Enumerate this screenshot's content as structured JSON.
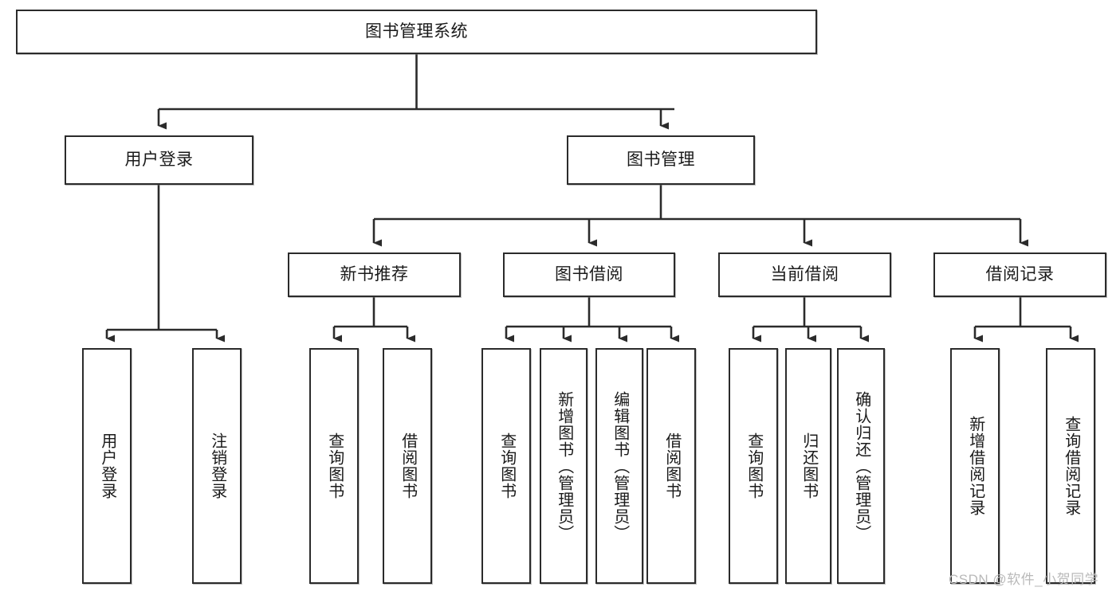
{
  "diagram": {
    "title": "图书管理系统",
    "type": "tree-hierarchy",
    "watermark": "CSDN @软件_小贺同学",
    "colors": {
      "box_border": "#2b2b2b",
      "box_fill": "#ffffff",
      "edge": "#2b2b2b",
      "text": "#1a1a1a",
      "watermark": "#b9b9b9",
      "background": "#ffffff"
    },
    "levels": {
      "root": {
        "label": "图书管理系统"
      },
      "level1": [
        {
          "id": "user-login",
          "label": "用户登录"
        },
        {
          "id": "book-management",
          "label": "图书管理"
        }
      ],
      "level2": [
        {
          "id": "new-book-recommend",
          "label": "新书推荐",
          "parent": "book-management"
        },
        {
          "id": "book-borrow",
          "label": "图书借阅",
          "parent": "book-management"
        },
        {
          "id": "current-borrow",
          "label": "当前借阅",
          "parent": "book-management"
        },
        {
          "id": "borrow-record",
          "label": "借阅记录",
          "parent": "book-management"
        }
      ],
      "leaves": {
        "user-login": [
          {
            "id": "leaf-user-login",
            "label": "用户登录"
          },
          {
            "id": "leaf-logout-login",
            "label": "注销登录"
          }
        ],
        "new-book-recommend": [
          {
            "id": "leaf-query-book-1",
            "label": "查询图书"
          },
          {
            "id": "leaf-borrow-book-1",
            "label": "借阅图书"
          }
        ],
        "book-borrow": [
          {
            "id": "leaf-query-book-2",
            "label": "查询图书"
          },
          {
            "id": "leaf-add-book",
            "label": "新增图书（管理员）"
          },
          {
            "id": "leaf-edit-book",
            "label": "编辑图书（管理员）"
          },
          {
            "id": "leaf-borrow-book-2",
            "label": "借阅图书"
          }
        ],
        "current-borrow": [
          {
            "id": "leaf-query-book-3",
            "label": "查询图书"
          },
          {
            "id": "leaf-return-book",
            "label": "归还图书"
          },
          {
            "id": "leaf-confirm-return",
            "label": "确认归还（管理员）"
          }
        ],
        "borrow-record": [
          {
            "id": "leaf-add-record",
            "label": "新增借阅记录"
          },
          {
            "id": "leaf-query-record",
            "label": "查询借阅记录"
          }
        ]
      }
    }
  }
}
